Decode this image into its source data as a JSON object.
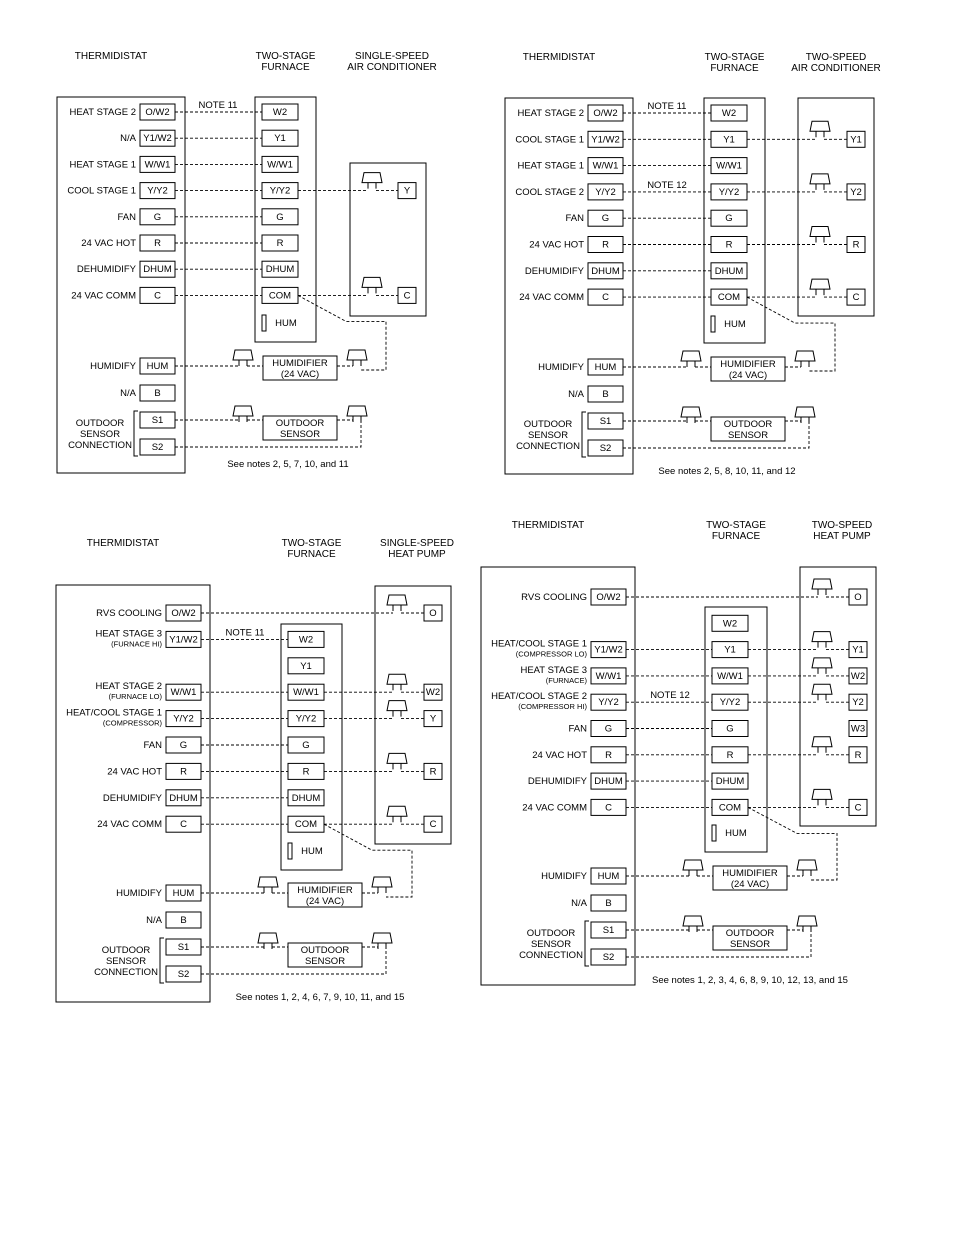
{
  "diagrams": [
    {
      "headers": {
        "thermostat": "THERMIDISTAT",
        "furnace": [
          "TWO-STAGE",
          "FURNACE"
        ],
        "outdoor": [
          "SINGLE-SPEED",
          "AIR CONDITIONER"
        ]
      },
      "rows": [
        {
          "label": [
            "HEAT STAGE 2"
          ],
          "terminal": "O/W2",
          "furnace": "W2",
          "note": "NOTE 11"
        },
        {
          "label": [
            "N/A"
          ],
          "terminal": "Y1/W2",
          "furnace": "Y1"
        },
        {
          "label": [
            "HEAT STAGE 1"
          ],
          "terminal": "W/W1",
          "furnace": "W/W1"
        },
        {
          "label": [
            "COOL STAGE 1"
          ],
          "terminal": "Y/Y2",
          "furnace": "Y/Y2",
          "outdoor": "Y"
        },
        {
          "label": [
            "FAN"
          ],
          "terminal": "G",
          "furnace": "G"
        },
        {
          "label": [
            "24 VAC HOT"
          ],
          "terminal": "R",
          "furnace": "R"
        },
        {
          "label": [
            "DEHUMIDIFY"
          ],
          "terminal": "DHUM",
          "furnace": "DHUM"
        },
        {
          "label": [
            "24 VAC COMM"
          ],
          "terminal": "C",
          "furnace": "COM",
          "outdoor": "C"
        }
      ],
      "hum_terminal": "HUM",
      "bottom_rows": [
        {
          "label": "HUMIDIFY",
          "terminal": "HUM"
        },
        {
          "label": "N/A",
          "terminal": "B"
        },
        {
          "label": "",
          "terminal": "S1"
        },
        {
          "label": "",
          "terminal": "S2"
        }
      ],
      "sensor_label": [
        "OUTDOOR",
        "SENSOR",
        "CONNECTION"
      ],
      "humidifier": [
        "HUMIDIFIER",
        "(24 VAC)"
      ],
      "outdoor_sensor": [
        "OUTDOOR",
        "SENSOR"
      ],
      "notes": "See notes 2, 5, 7, 10, and 11"
    },
    {
      "headers": {
        "thermostat": "THERMIDISTAT",
        "furnace": [
          "TWO-STAGE",
          "FURNACE"
        ],
        "outdoor": [
          "TWO-SPEED",
          "AIR CONDITIONER"
        ]
      },
      "rows": [
        {
          "label": [
            "HEAT STAGE 2"
          ],
          "terminal": "O/W2",
          "furnace": "W2",
          "note": "NOTE 11"
        },
        {
          "label": [
            "COOL STAGE 1"
          ],
          "terminal": "Y1/W2",
          "furnace": "Y1",
          "outdoor": "Y1"
        },
        {
          "label": [
            "HEAT STAGE 1"
          ],
          "terminal": "W/W1",
          "furnace": "W/W1"
        },
        {
          "label": [
            "COOL STAGE 2"
          ],
          "terminal": "Y/Y2",
          "furnace": "Y/Y2",
          "outdoor": "Y2",
          "note": "NOTE 12"
        },
        {
          "label": [
            "FAN"
          ],
          "terminal": "G",
          "furnace": "G"
        },
        {
          "label": [
            "24 VAC HOT"
          ],
          "terminal": "R",
          "furnace": "R",
          "outdoor": "R"
        },
        {
          "label": [
            "DEHUMIDIFY"
          ],
          "terminal": "DHUM",
          "furnace": "DHUM"
        },
        {
          "label": [
            "24 VAC COMM"
          ],
          "terminal": "C",
          "furnace": "COM",
          "outdoor": "C"
        }
      ],
      "hum_terminal": "HUM",
      "bottom_rows": [
        {
          "label": "HUMIDIFY",
          "terminal": "HUM"
        },
        {
          "label": "N/A",
          "terminal": "B"
        },
        {
          "label": "",
          "terminal": "S1"
        },
        {
          "label": "",
          "terminal": "S2"
        }
      ],
      "sensor_label": [
        "OUTDOOR",
        "SENSOR",
        "CONNECTION"
      ],
      "humidifier": [
        "HUMIDIFIER",
        "(24 VAC)"
      ],
      "outdoor_sensor": [
        "OUTDOOR",
        "SENSOR"
      ],
      "notes": "See notes 2, 5, 8, 10, 11, and 12"
    },
    {
      "headers": {
        "thermostat": "THERMIDISTAT",
        "furnace": [
          "TWO-STAGE",
          "FURNACE"
        ],
        "outdoor": [
          "SINGLE-SPEED",
          "HEAT PUMP"
        ]
      },
      "rows": [
        {
          "label": [
            "RVS COOLING"
          ],
          "terminal": "O/W2",
          "outdoor": "O"
        },
        {
          "label": [
            "HEAT STAGE 3",
            "(FURNACE HI)"
          ],
          "terminal": "Y1/W2",
          "furnace": "W2",
          "note": "NOTE 11"
        },
        {
          "label": [
            ""
          ],
          "furnace": "Y1"
        },
        {
          "label": [
            "HEAT STAGE 2",
            "(FURNACE LO)"
          ],
          "terminal": "W/W1",
          "furnace": "W/W1",
          "outdoor": "W2"
        },
        {
          "label": [
            "HEAT/COOL STAGE 1",
            "(COMPRESSOR)"
          ],
          "terminal": "Y/Y2",
          "furnace": "Y/Y2",
          "outdoor": "Y"
        },
        {
          "label": [
            "FAN"
          ],
          "terminal": "G",
          "furnace": "G"
        },
        {
          "label": [
            "24 VAC HOT"
          ],
          "terminal": "R",
          "furnace": "R",
          "outdoor": "R"
        },
        {
          "label": [
            "DEHUMIDIFY"
          ],
          "terminal": "DHUM",
          "furnace": "DHUM"
        },
        {
          "label": [
            "24 VAC COMM"
          ],
          "terminal": "C",
          "furnace": "COM",
          "outdoor": "C"
        }
      ],
      "hum_terminal": "HUM",
      "bottom_rows": [
        {
          "label": "HUMIDIFY",
          "terminal": "HUM"
        },
        {
          "label": "N/A",
          "terminal": "B"
        },
        {
          "label": "",
          "terminal": "S1"
        },
        {
          "label": "",
          "terminal": "S2"
        }
      ],
      "sensor_label": [
        "OUTDOOR",
        "SENSOR",
        "CONNECTION"
      ],
      "humidifier": [
        "HUMIDIFIER",
        "(24 VAC)"
      ],
      "outdoor_sensor": [
        "OUTDOOR",
        "SENSOR"
      ],
      "notes": "See notes 1, 2, 4, 6, 7, 9, 10, 11, and 15"
    },
    {
      "headers": {
        "thermostat": "THERMIDISTAT",
        "furnace": [
          "TWO-STAGE",
          "FURNACE"
        ],
        "outdoor": [
          "TWO-SPEED",
          "HEAT PUMP"
        ]
      },
      "rows": [
        {
          "label": [
            "RVS COOLING"
          ],
          "terminal": "O/W2",
          "outdoor": "O"
        },
        {
          "label": [
            ""
          ],
          "furnace": "W2"
        },
        {
          "label": [
            "HEAT/COOL STAGE 1",
            "(COMPRESSOR LO)"
          ],
          "terminal": "Y1/W2",
          "furnace": "Y1",
          "outdoor": "Y1"
        },
        {
          "label": [
            "HEAT STAGE 3",
            "(FURNACE)"
          ],
          "terminal": "W/W1",
          "furnace": "W/W1",
          "outdoor": "W2"
        },
        {
          "label": [
            "HEAT/COOL STAGE 2",
            "(COMPRESSOR HI)"
          ],
          "terminal": "Y/Y2",
          "furnace": "Y/Y2",
          "outdoor": "Y2",
          "note": "NOTE 12"
        },
        {
          "label": [
            "FAN"
          ],
          "terminal": "G",
          "furnace": "G",
          "outdoor": "W3"
        },
        {
          "label": [
            "24 VAC HOT"
          ],
          "terminal": "R",
          "furnace": "R",
          "outdoor": "R"
        },
        {
          "label": [
            "DEHUMIDIFY"
          ],
          "terminal": "DHUM",
          "furnace": "DHUM"
        },
        {
          "label": [
            "24 VAC COMM"
          ],
          "terminal": "C",
          "furnace": "COM",
          "outdoor": "C"
        }
      ],
      "hum_terminal": "HUM",
      "bottom_rows": [
        {
          "label": "HUMIDIFY",
          "terminal": "HUM"
        },
        {
          "label": "N/A",
          "terminal": "B"
        },
        {
          "label": "",
          "terminal": "S1"
        },
        {
          "label": "",
          "terminal": "S2"
        }
      ],
      "sensor_label": [
        "OUTDOOR",
        "SENSOR",
        "CONNECTION"
      ],
      "humidifier": [
        "HUMIDIFIER",
        "(24 VAC)"
      ],
      "outdoor_sensor": [
        "OUTDOOR",
        "SENSOR"
      ],
      "notes": "See notes 1, 2, 3, 4, 6, 8, 9, 10, 12, 13, and 15"
    }
  ]
}
